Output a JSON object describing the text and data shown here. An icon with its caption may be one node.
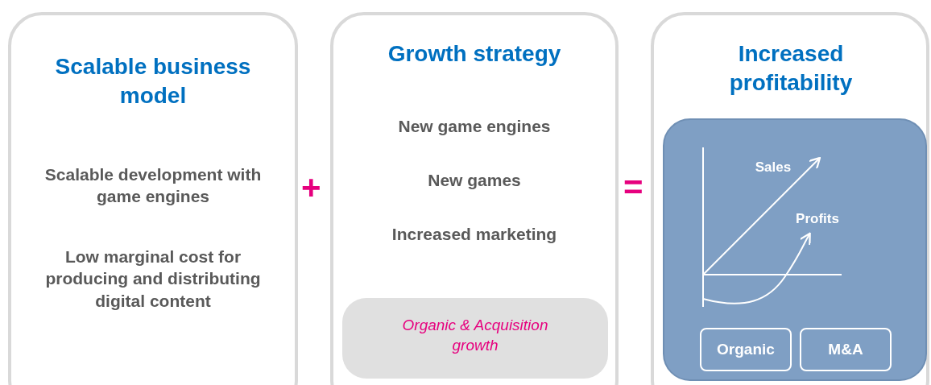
{
  "diagram": {
    "nodes": [
      {
        "text": [
          "Scalable business model",
          "Scalable development with game engines",
          "Low marginal cost for producing and distributing digital content"
        ]
      },
      {
        "text": [
          "Growth strategy",
          "New game engines",
          "New games",
          "Increased marketing"
        ]
      },
      {
        "text": [
          "Organic & Acquisition growth"
        ],
        "in": 1
      },
      {
        "text": [
          "Increased profitability"
        ]
      },
      {
        "text": [
          "Sales",
          "Profits"
        ],
        "in": 3
      },
      {
        "text": [
          "Organic"
        ],
        "in": 4
      },
      {
        "text": [
          "M&A"
        ],
        "in": 4
      }
    ],
    "edges": [],
    "labels": [
      "+",
      "="
    ]
  }
}
